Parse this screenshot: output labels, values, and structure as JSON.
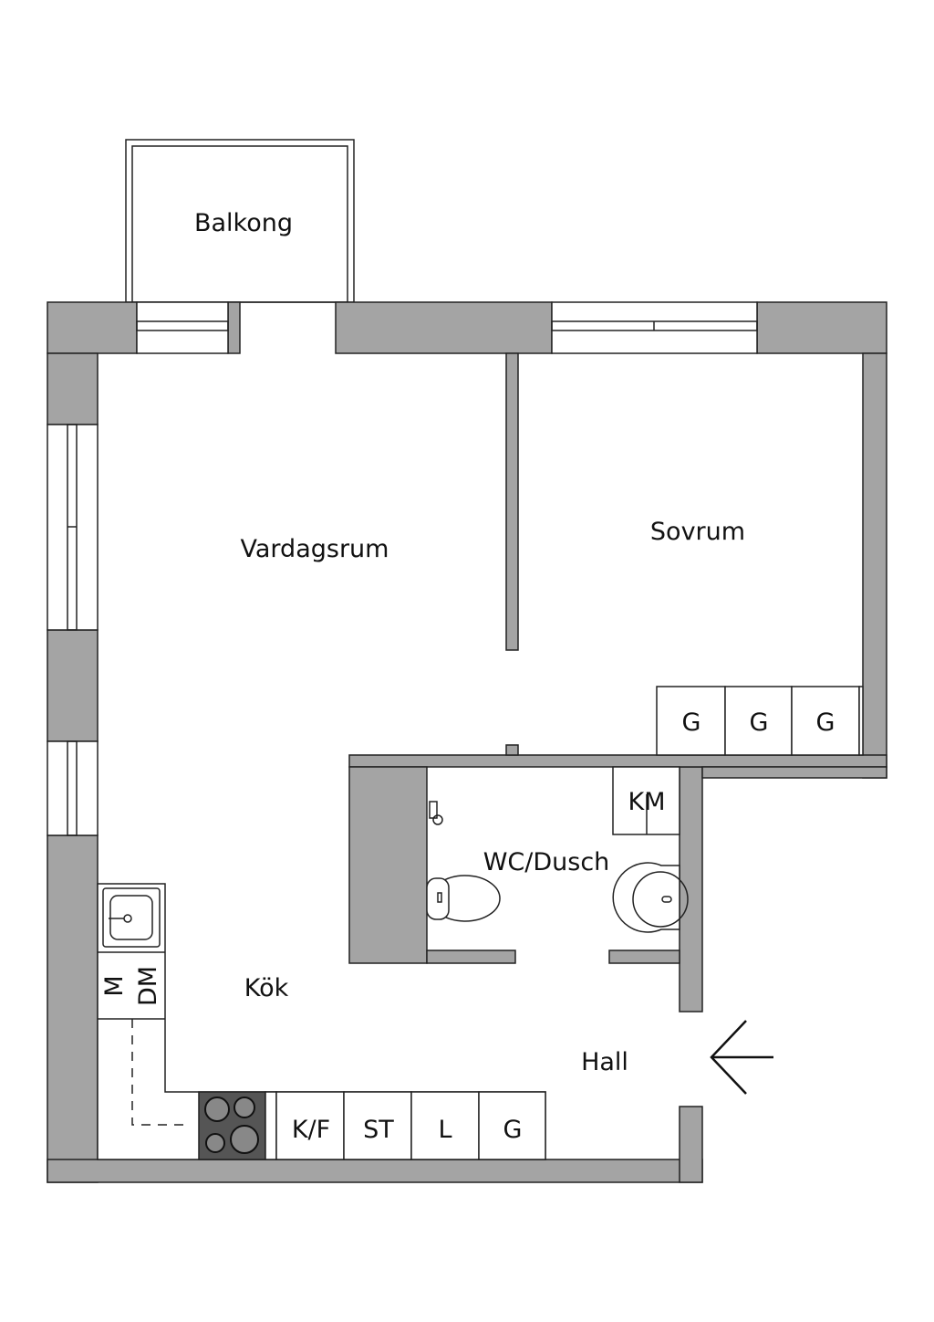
{
  "rooms": {
    "balkong": "Balkong",
    "vardagsrum": "Vardagsrum",
    "sovrum": "Sovrum",
    "wc": "WC/Dusch",
    "kok": "Kök",
    "hall": "Hall"
  },
  "fixtures": {
    "wardrobe": "G",
    "washer": "KM",
    "microwave": "M",
    "dishwasher": "DM",
    "fridge_freezer": "K/F",
    "cabinet_st": "ST",
    "cabinet_l": "L"
  },
  "colors": {
    "wall": "#a4a4a4",
    "stove": "#555555"
  }
}
